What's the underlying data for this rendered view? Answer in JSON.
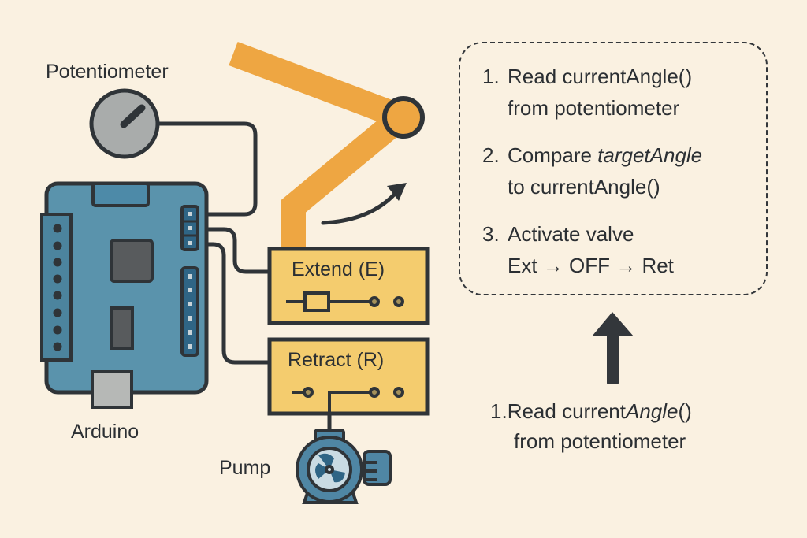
{
  "labels": {
    "potentiometer": "Potentiometer",
    "arduino": "Arduino",
    "pump": "Pump",
    "extend_relay": "Extend (E)",
    "retract_relay": "Retract (R)"
  },
  "steps_box": {
    "steps": [
      {
        "num": "1.",
        "line1_pre": "Read currentAngle()",
        "line1_italic": "",
        "line1_post": "",
        "line2": "from potentiometer"
      },
      {
        "num": "2.",
        "line1_pre": "Compare ",
        "line1_italic": "targetAngle",
        "line1_post": "",
        "line2": "to currentAngle()"
      },
      {
        "num": "3.",
        "line1_pre": "Activate valve",
        "line1_italic": "",
        "line1_post": "",
        "line2": "Ext → OFF → Ret"
      }
    ]
  },
  "bottom_note": {
    "num": "1.",
    "line1_pre": "Read current",
    "line1_italic": "Angle",
    "line1_post": "()",
    "line2": "from potentiometer"
  },
  "colors": {
    "background": "#faf1e1",
    "arm": "#eea642",
    "board": "#5a93ac",
    "relay": "#f4cc6e",
    "outline": "#2f3438",
    "pot": "#a9acab"
  }
}
